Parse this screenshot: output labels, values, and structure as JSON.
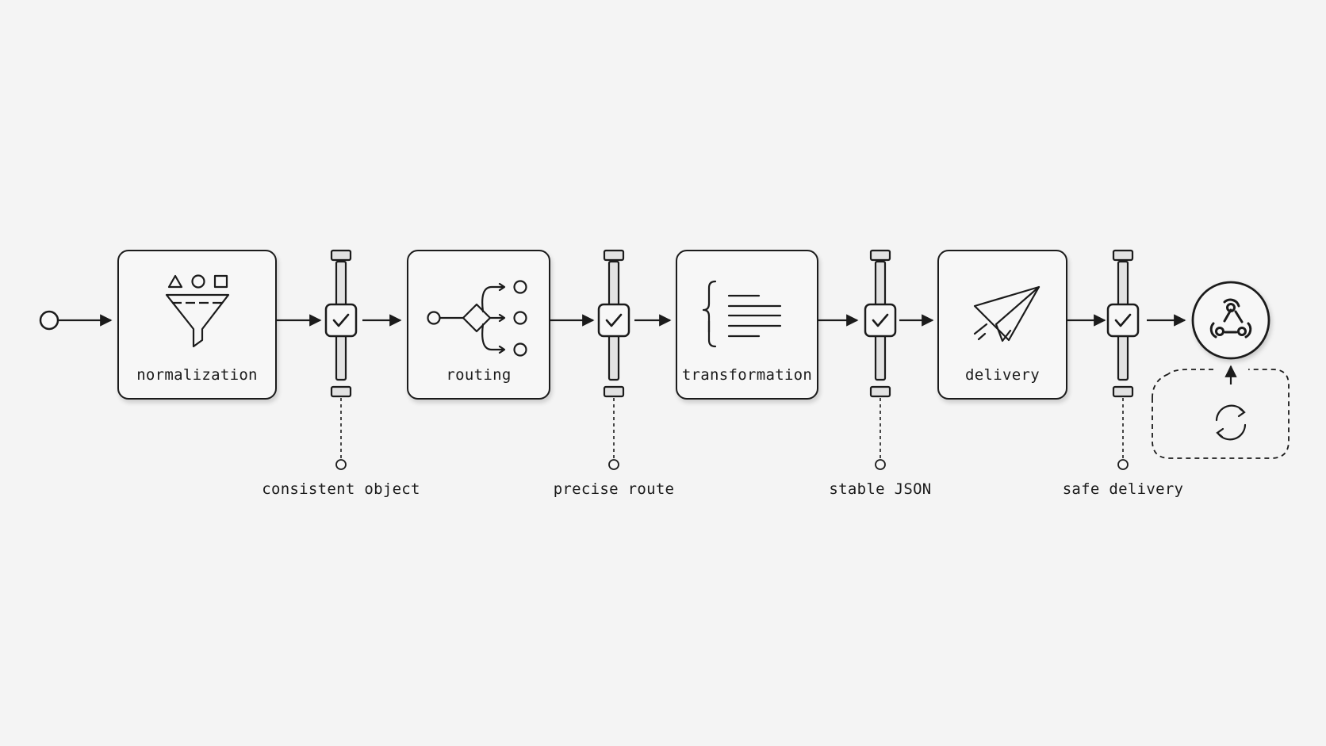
{
  "stages": [
    {
      "id": "normalization",
      "label": "normalization",
      "icon": "funnel-icon"
    },
    {
      "id": "routing",
      "label": "routing",
      "icon": "branch-icon"
    },
    {
      "id": "transformation",
      "label": "transformation",
      "icon": "json-braces-icon"
    },
    {
      "id": "delivery",
      "label": "delivery",
      "icon": "paper-plane-icon"
    }
  ],
  "checkpoints": [
    {
      "label": "consistent object"
    },
    {
      "label": "precise route"
    },
    {
      "label": "stable JSON"
    },
    {
      "label": "safe delivery"
    }
  ],
  "endpoint": {
    "icon": "webhook-icon",
    "retry_icon": "refresh-cycle-icon"
  },
  "colors": {
    "ink": "#1b1b1b",
    "background": "#f4f4f4",
    "box_fill": "#f7f7f7"
  }
}
